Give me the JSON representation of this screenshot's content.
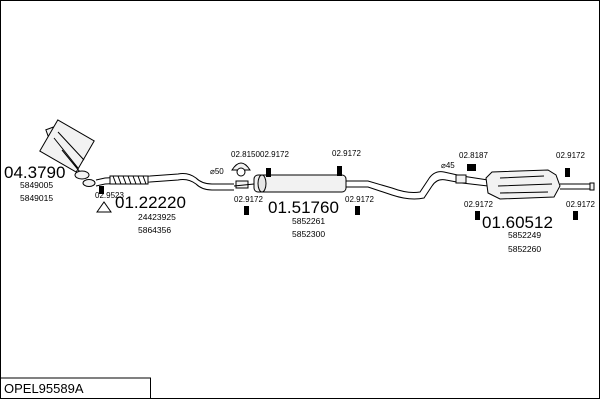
{
  "diagram": {
    "code": "OPEL95589A",
    "parts": {
      "manifold": {
        "number": "04.3790",
        "oem": [
          "5849005",
          "5849015"
        ]
      },
      "front_pipe": {
        "number": "01.22220",
        "oem": [
          "24423925",
          "5864356"
        ]
      },
      "middle_silencer": {
        "number": "01.51760",
        "oem": [
          "5852261",
          "5852300"
        ]
      },
      "rear_silencer": {
        "number": "01.60512",
        "oem": [
          "5852249",
          "5852260"
        ]
      }
    },
    "clamps": {
      "c1": "02.9523",
      "c2": "02.8150",
      "c3": "02.9172",
      "c4": "02.9172",
      "c5": "02.9172",
      "c6": "02.9172",
      "c7": "02.8187",
      "c8": "02.9172",
      "c9": "02.9172",
      "c10": "02.9172"
    },
    "diameters": {
      "d1": "⌀50",
      "d2": "⌀45"
    }
  }
}
